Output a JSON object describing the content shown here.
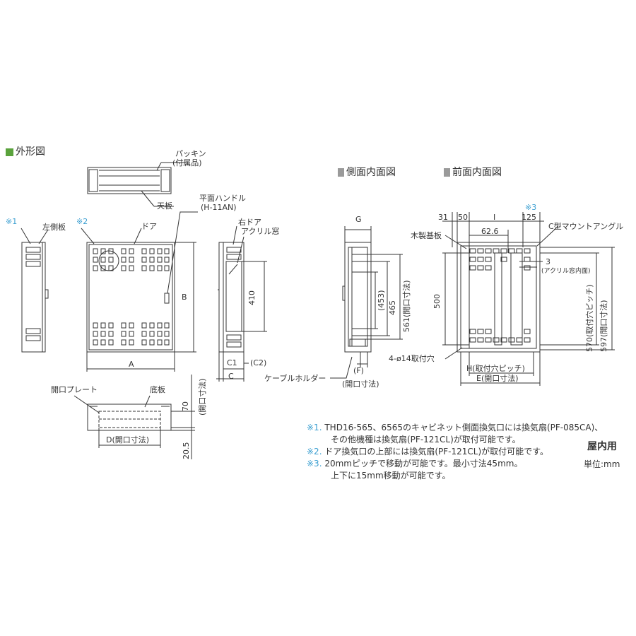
{
  "sections": {
    "outline": "外形図",
    "side_interior": "側面内面図",
    "front_interior": "前面内面図"
  },
  "labels": {
    "packing": "パッキン",
    "packing_sub": "(付属品)",
    "top_panel": "天板",
    "flat_handle": "平面ハンドル",
    "flat_handle_model": "(H-11AN)",
    "left_panel": "左側板",
    "door": "ドア",
    "right_door": "右ドア",
    "acrylic_window": "アクリル窓",
    "opening_plate": "開口プレート",
    "bottom_panel": "底板",
    "wood_board": "木製基板",
    "c_mount_angle": "C型マウントアングル",
    "cable_holder": "ケーブルホルダー",
    "mount_holes": "4-ø14取付穴",
    "acrylic_inner": "(アクリル窓内面)",
    "mark1": "※1",
    "mark2": "※2",
    "mark3": "※3"
  },
  "dimensions": {
    "A": "A",
    "B": "B",
    "C": "C",
    "C1": "C1",
    "C2": "(C2)",
    "d410": "410",
    "G": "G",
    "d453": "(453)",
    "d465": "465",
    "d561": "561(開口寸法)",
    "d500": "500",
    "F": "(F)",
    "F_sub": "(開口寸法)",
    "d31": "31",
    "d50": "50",
    "I": "I",
    "d125": "125",
    "d62_6": "62.6",
    "d3": "3",
    "d570": "570(取付穴ピッチ)",
    "d597": "597(開口寸法)",
    "H": "H(取付穴ピッチ)",
    "E": "E(開口寸法)",
    "D": "D(開口寸法)",
    "d70": "70",
    "d70_sub": "(開口寸法)",
    "d20_5": "20.5"
  },
  "notes": [
    {
      "mark": "※1.",
      "text": "THD16-565、6565のキャビネット側面換気口には換気扇(PF-085CA)、"
    },
    {
      "mark": "",
      "text": "その他機種は換気扇(PF-121CL)が取付可能です。"
    },
    {
      "mark": "※2.",
      "text": "ドア換気口の上部には換気扇(PF-121CL)が取付可能です。"
    },
    {
      "mark": "※3.",
      "text": "20mmピッチで移動が可能です。最小寸法45mm。"
    },
    {
      "mark": "",
      "text": "上下に15mm移動が可能です。"
    }
  ],
  "usage": "屋内用",
  "unit": "単位:mm",
  "colors": {
    "line": "#333333",
    "section_marker": "#5aa23c",
    "section_marker_gray": "#9a9a9a",
    "note_mark": "#3b9fd1"
  }
}
